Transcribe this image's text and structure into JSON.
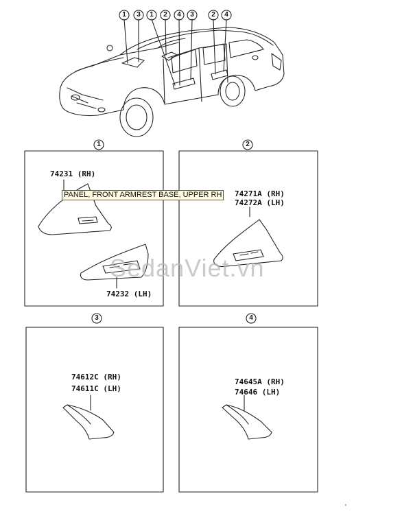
{
  "callouts": {
    "top": [
      "1",
      "3",
      "1",
      "2",
      "4",
      "3",
      "2",
      "4"
    ],
    "panel_headers": [
      "1",
      "2",
      "3",
      "4"
    ]
  },
  "panels": {
    "p1": {
      "part_upper": "74231 (RH)",
      "part_lower": "74232 (LH)",
      "tooltip": "PANEL, FRONT ARMREST BASE, UPPER RH"
    },
    "p2": {
      "part_rh": "74271A (RH)",
      "part_lh": "74272A (LH)"
    },
    "p3": {
      "part_rh": "74612C (RH)",
      "part_lh": "74611C (LH)"
    },
    "p4": {
      "part_rh": "74645A (RH)",
      "part_lh": "74646 (LH)"
    }
  },
  "watermark": "SedanViet.vn",
  "corner_mark": "'"
}
